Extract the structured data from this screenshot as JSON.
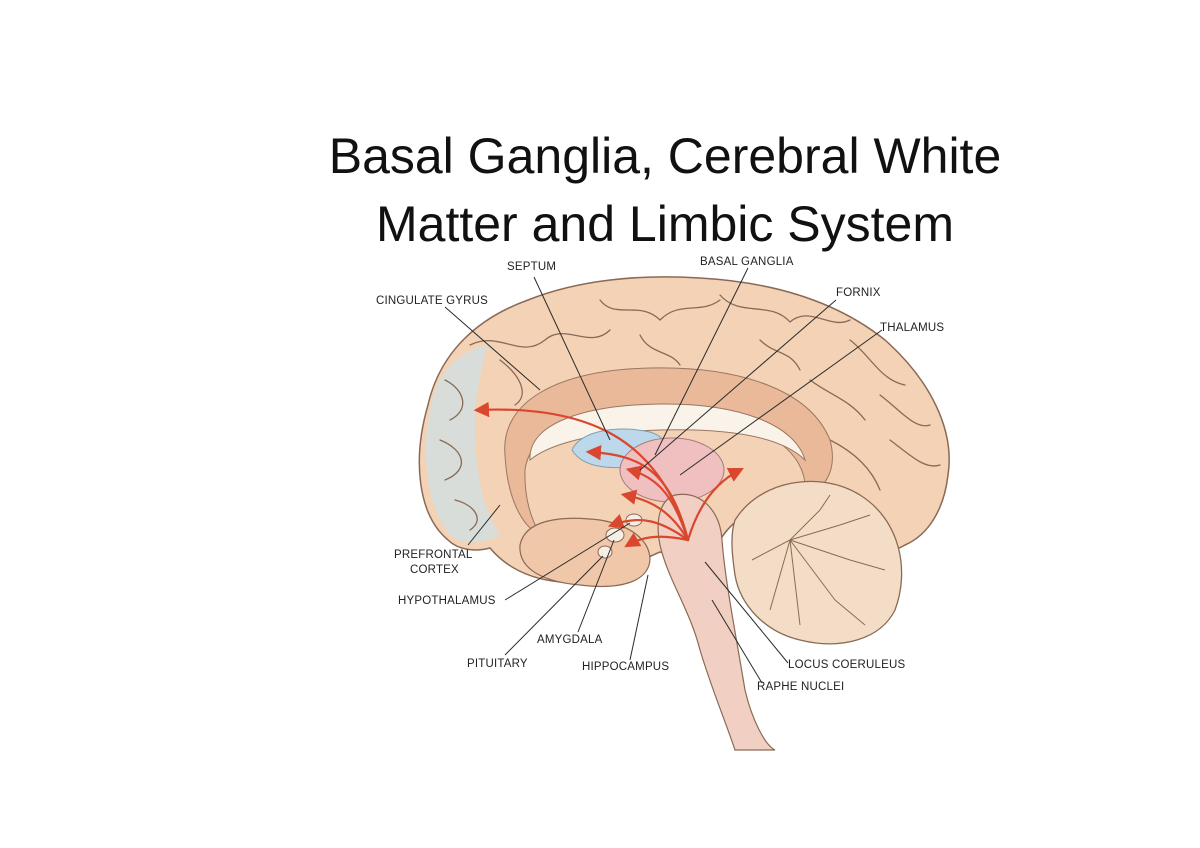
{
  "title": {
    "line1": "Basal Ganglia, Cerebral White",
    "line2": "Matter and Limbic System"
  },
  "labels": {
    "septum": "SEPTUM",
    "basal_ganglia": "BASAL GANGLIA",
    "cingulate_gyrus": "CINGULATE GYRUS",
    "fornix": "FORNIX",
    "thalamus": "THALAMUS",
    "prefrontal_cortex_1": "PREFRONTAL",
    "prefrontal_cortex_2": "CORTEX",
    "hypothalamus": "HYPOTHALAMUS",
    "amygdala": "AMYGDALA",
    "pituitary": "PITUITARY",
    "hippocampus": "HIPPOCAMPUS",
    "locus_coeruleus": "LOCUS COERULEUS",
    "raphe_nuclei": "RAPHE NUCLEI"
  },
  "colors": {
    "cortex": "#f4d2b6",
    "cortex_shade": "#e9b99a",
    "frontal_tint": "#cfe0e6",
    "corpus_callosum": "#faf3ea",
    "ventricle": "#bcd8ea",
    "thalamus": "#f0bfc0",
    "brainstem": "#f1cfc2",
    "cerebellum": "#f3ddc6",
    "pathways": "#d9472e"
  }
}
